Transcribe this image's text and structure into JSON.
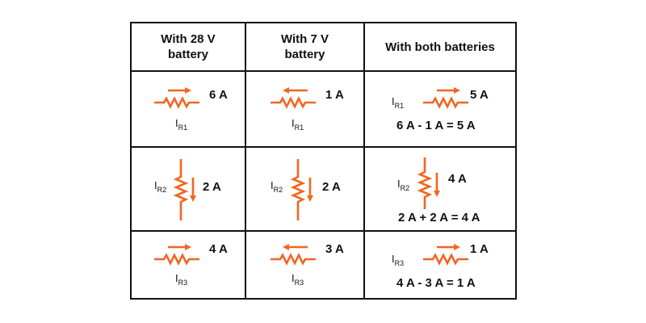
{
  "headers": [
    "With 28 V\nbattery",
    "With 7 V\nbattery",
    "With both batteries"
  ],
  "rows": [
    {
      "symbol": "I",
      "subscript": "R1",
      "cells": [
        {
          "current": "6 A",
          "direction": "right"
        },
        {
          "current": "1 A",
          "direction": "left"
        },
        {
          "current": "5 A",
          "direction": "right",
          "equation": "6 A - 1 A = 5 A"
        }
      ]
    },
    {
      "symbol": "I",
      "subscript": "R2",
      "cells": [
        {
          "current": "2 A",
          "direction": "down"
        },
        {
          "current": "2 A",
          "direction": "down"
        },
        {
          "current": "4 A",
          "direction": "down",
          "equation": "2 A + 2 A = 4 A"
        }
      ]
    },
    {
      "symbol": "I",
      "subscript": "R3",
      "cells": [
        {
          "current": "4 A",
          "direction": "right"
        },
        {
          "current": "3 A",
          "direction": "left"
        },
        {
          "current": "1 A",
          "direction": "right",
          "equation": "4 A - 3 A = 1 A"
        }
      ]
    }
  ],
  "colors": {
    "resistor": "#F26522",
    "text": "#111111",
    "border": "#111111"
  }
}
